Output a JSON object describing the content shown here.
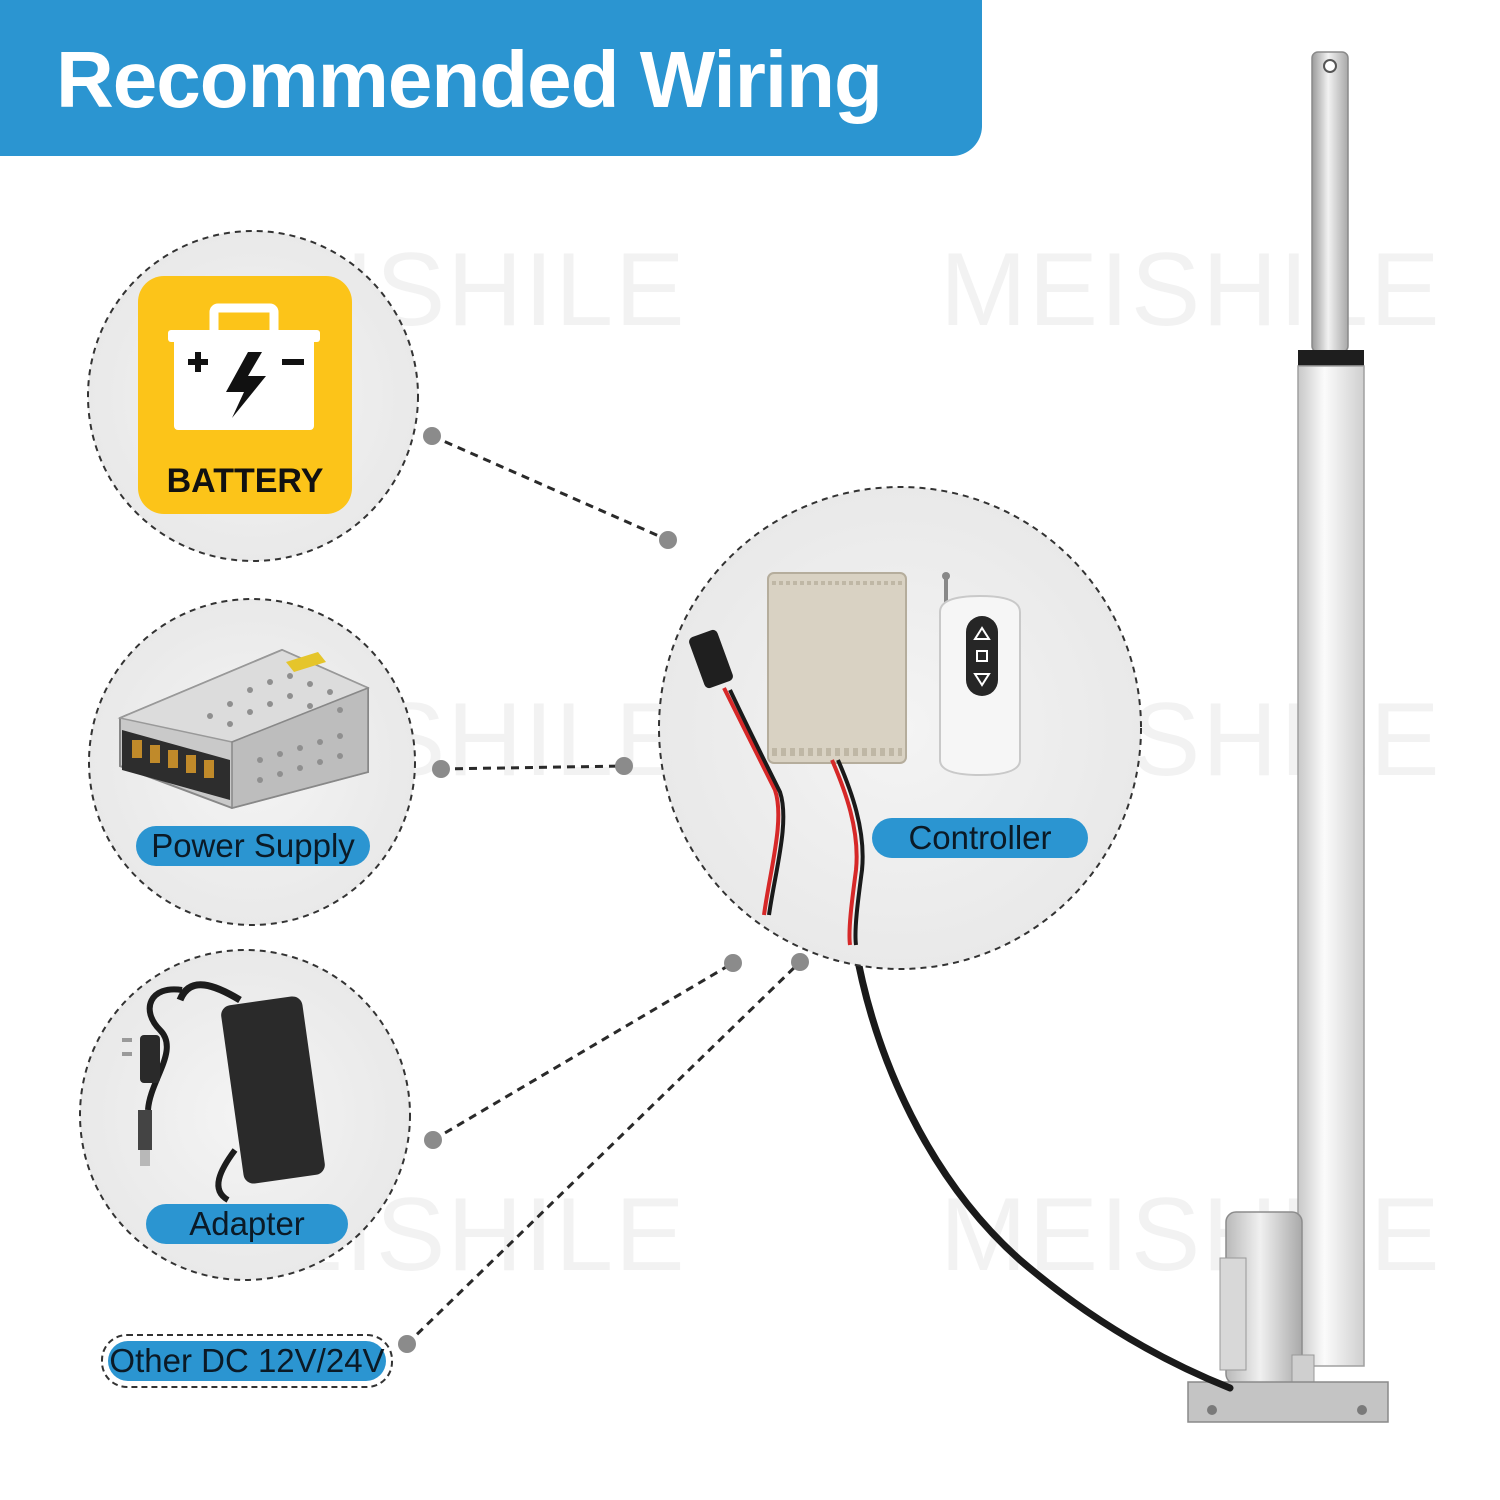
{
  "header": {
    "title": "Recommended Wiring"
  },
  "watermark": "MEISHILE",
  "battery": {
    "label": "BATTERY"
  },
  "power_supply": {
    "label": "Power Supply"
  },
  "adapter": {
    "label": "Adapter"
  },
  "other_dc": {
    "label": "Other DC 12V/24V"
  },
  "controller": {
    "label": "Controller"
  },
  "colors": {
    "accent": "#2b95d1",
    "battery_yellow": "#fcc419",
    "wire_red": "#d62828",
    "cable_black": "#1a1a1a"
  }
}
